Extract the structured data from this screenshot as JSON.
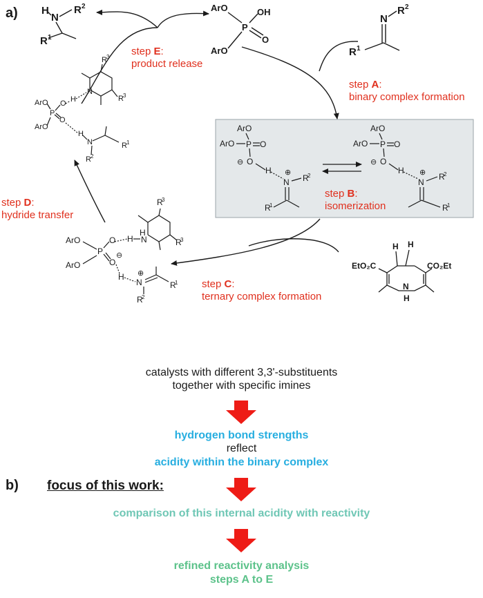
{
  "panel_a": {
    "label": "a)",
    "steps": {
      "A": {
        "letter": "A",
        "prefix": "step ",
        "suffix": ":",
        "desc": "binary complex formation"
      },
      "B": {
        "letter": "B",
        "prefix": "step ",
        "suffix": ":",
        "desc": "isomerization"
      },
      "C": {
        "letter": "C",
        "prefix": "step ",
        "suffix": ":",
        "desc": "ternary complex formation"
      },
      "D": {
        "letter": "D",
        "prefix": "step ",
        "suffix": ":",
        "desc": "hydride transfer"
      },
      "E": {
        "letter": "E",
        "prefix": "step ",
        "suffix": ":",
        "desc": "product release"
      }
    },
    "labels": {
      "ArO": "ArO",
      "P": "P",
      "O": "O",
      "OH": "OH",
      "H": "H",
      "N": "N",
      "R1": "R",
      "R2": "R",
      "R3": "R",
      "sup1": "1",
      "sup2": "2",
      "sup3": "3",
      "ester_left": "EtO₂C",
      "ester_right": "CO₂Et",
      "NH": "N",
      "NH_H": "H",
      "plus": "⊕",
      "minus": "⊖"
    }
  },
  "panel_b": {
    "label": "b)",
    "title": "focus of this work:",
    "line1": "catalysts with different 3,3'-substituents",
    "line2": "together with specific imines",
    "line3": "hydrogen bond strengths",
    "line4": "reflect",
    "line5": "acidity within the binary complex",
    "line6": "comparison of this internal acidity with reactivity",
    "line7": "refined reactivity analysis",
    "line8": "steps A to E"
  },
  "colors": {
    "red": "#e0301e",
    "blue": "#27aee0",
    "teal": "#6fc7b5",
    "green": "#5cc28a",
    "box": "#e4e8ea"
  }
}
